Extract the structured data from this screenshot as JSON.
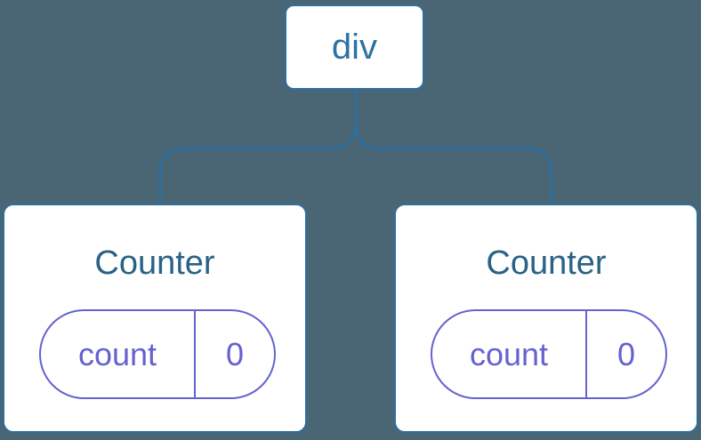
{
  "colors": {
    "background": "#4a6573",
    "node_border": "#2e6f9f",
    "node_background": "#ffffff",
    "root_label": "#2f72a2",
    "component_title": "#2a6285",
    "state_accent": "#6462d1"
  },
  "tree": {
    "root": {
      "label": "div"
    },
    "children": [
      {
        "title": "Counter",
        "state": {
          "key": "count",
          "value": "0"
        }
      },
      {
        "title": "Counter",
        "state": {
          "key": "count",
          "value": "0"
        }
      }
    ]
  }
}
